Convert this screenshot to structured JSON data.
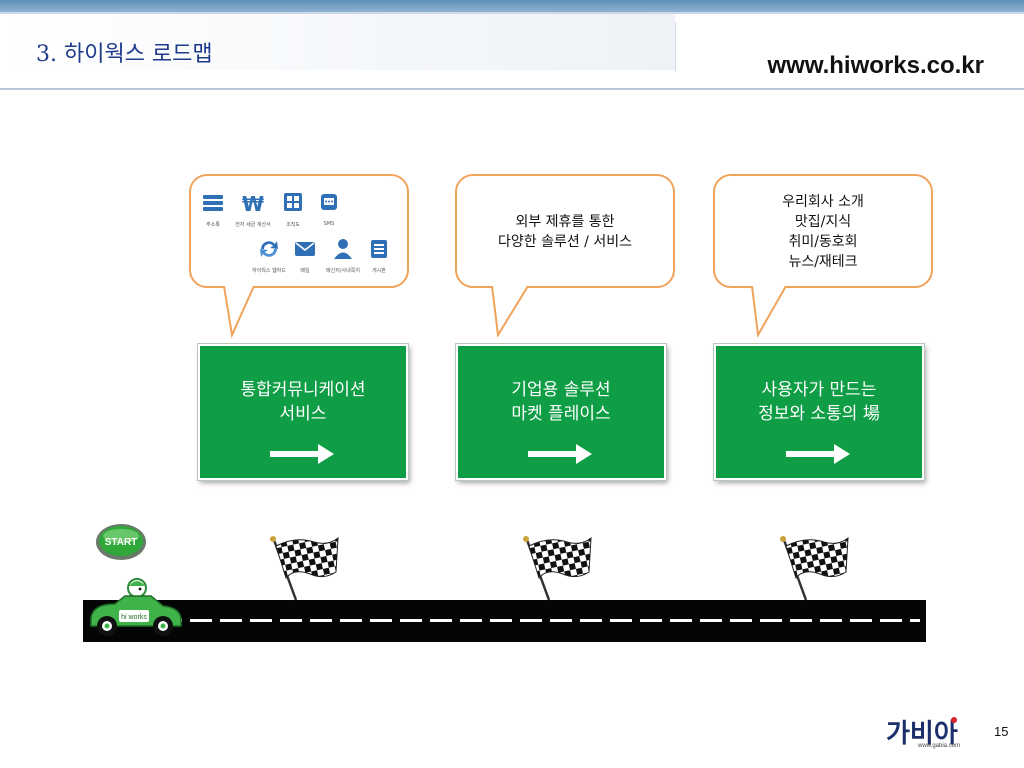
{
  "header": {
    "title": "3. 하이웍스 로드맵",
    "url": "www.hiworks.co.kr"
  },
  "bubbles": [
    {
      "icons": [
        {
          "icon": "address-book-icon",
          "label": "주소록"
        },
        {
          "icon": "won-invoice-icon",
          "label": "전자 세금 계산서"
        },
        {
          "icon": "org-chart-icon",
          "label": "조직도"
        },
        {
          "icon": "sms-icon",
          "label": "SMS"
        },
        {
          "icon": "sync-icon",
          "label": "하이웍스 웹하드"
        },
        {
          "icon": "mail-icon",
          "label": "메일"
        },
        {
          "icon": "messenger-user-icon",
          "label": "메신저/사내쪽지"
        },
        {
          "icon": "board-icon",
          "label": "게시판"
        }
      ]
    },
    {
      "lines": [
        "외부 제휴를 통한",
        "다양한 솔루션 / 서비스"
      ]
    },
    {
      "lines": [
        "우리회사 소개",
        "맛집/지식",
        "취미/동호회",
        "뉴스/재테크"
      ]
    }
  ],
  "signs": [
    {
      "lines": [
        "통합커뮤니케이션",
        "서비스"
      ]
    },
    {
      "lines": [
        "기업용 솔루션",
        "마켓 플레이스"
      ]
    },
    {
      "lines": [
        "사용자가 만드는",
        "정보와 소통의 場"
      ]
    }
  ],
  "start_label": "START",
  "car_badge": "hi works",
  "footer": {
    "logo_text": "가비아",
    "logo_site": "www.gabia.com",
    "page_number": "15"
  },
  "colors": {
    "sign_green": "#0f9e45",
    "bubble_border": "#f0a35a",
    "title_blue": "#1f3a8a",
    "road": "#050505"
  }
}
